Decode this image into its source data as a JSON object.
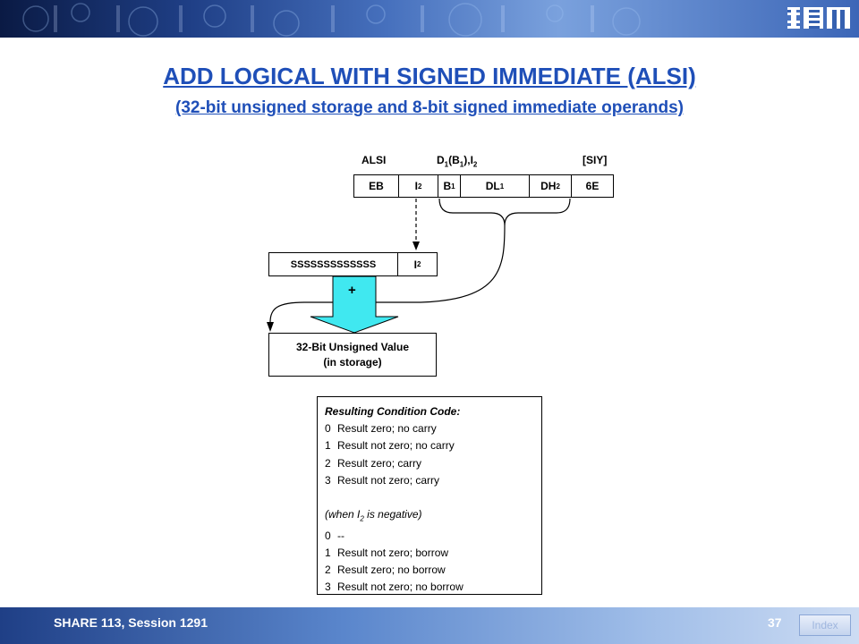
{
  "title": "ADD LOGICAL WITH SIGNED IMMEDIATE (ALSI)",
  "subtitle": "(32-bit unsigned storage and 8-bit signed immediate operands)",
  "instruction": {
    "mnemonic": "ALSI",
    "operands": "D1(B1),I2",
    "format": "[SIY]",
    "fields": [
      "EB",
      "I2",
      "B1",
      "DL1",
      "DH2",
      "6E"
    ]
  },
  "sign_extend": {
    "fill": "SSSSSSSSSSSSS",
    "immediate": "I2"
  },
  "operator": "+",
  "result_box": {
    "line1": "32-Bit Unsigned Value",
    "line2": "(in storage)"
  },
  "condition_codes": {
    "heading": "Resulting Condition Code:",
    "codes": [
      {
        "code": "0",
        "text": "Result zero; no carry"
      },
      {
        "code": "1",
        "text": "Result not zero; no carry"
      },
      {
        "code": "2",
        "text": "Result zero; carry"
      },
      {
        "code": "3",
        "text": "Result not zero; carry"
      }
    ],
    "negative_heading": "(when I2 is negative)",
    "negative_codes": [
      {
        "code": "0",
        "text": "--"
      },
      {
        "code": "1",
        "text": "Result not zero; borrow"
      },
      {
        "code": "2",
        "text": "Result zero; no borrow"
      },
      {
        "code": "3",
        "text": "Result not zero; no borrow"
      }
    ]
  },
  "footer": {
    "session": "SHARE 113, Session 1291",
    "page": "37",
    "index_label": "Index"
  },
  "colors": {
    "title": "#1f4fb8",
    "arrow_fill": "#40e8f0",
    "footer": "#5a86cc"
  }
}
